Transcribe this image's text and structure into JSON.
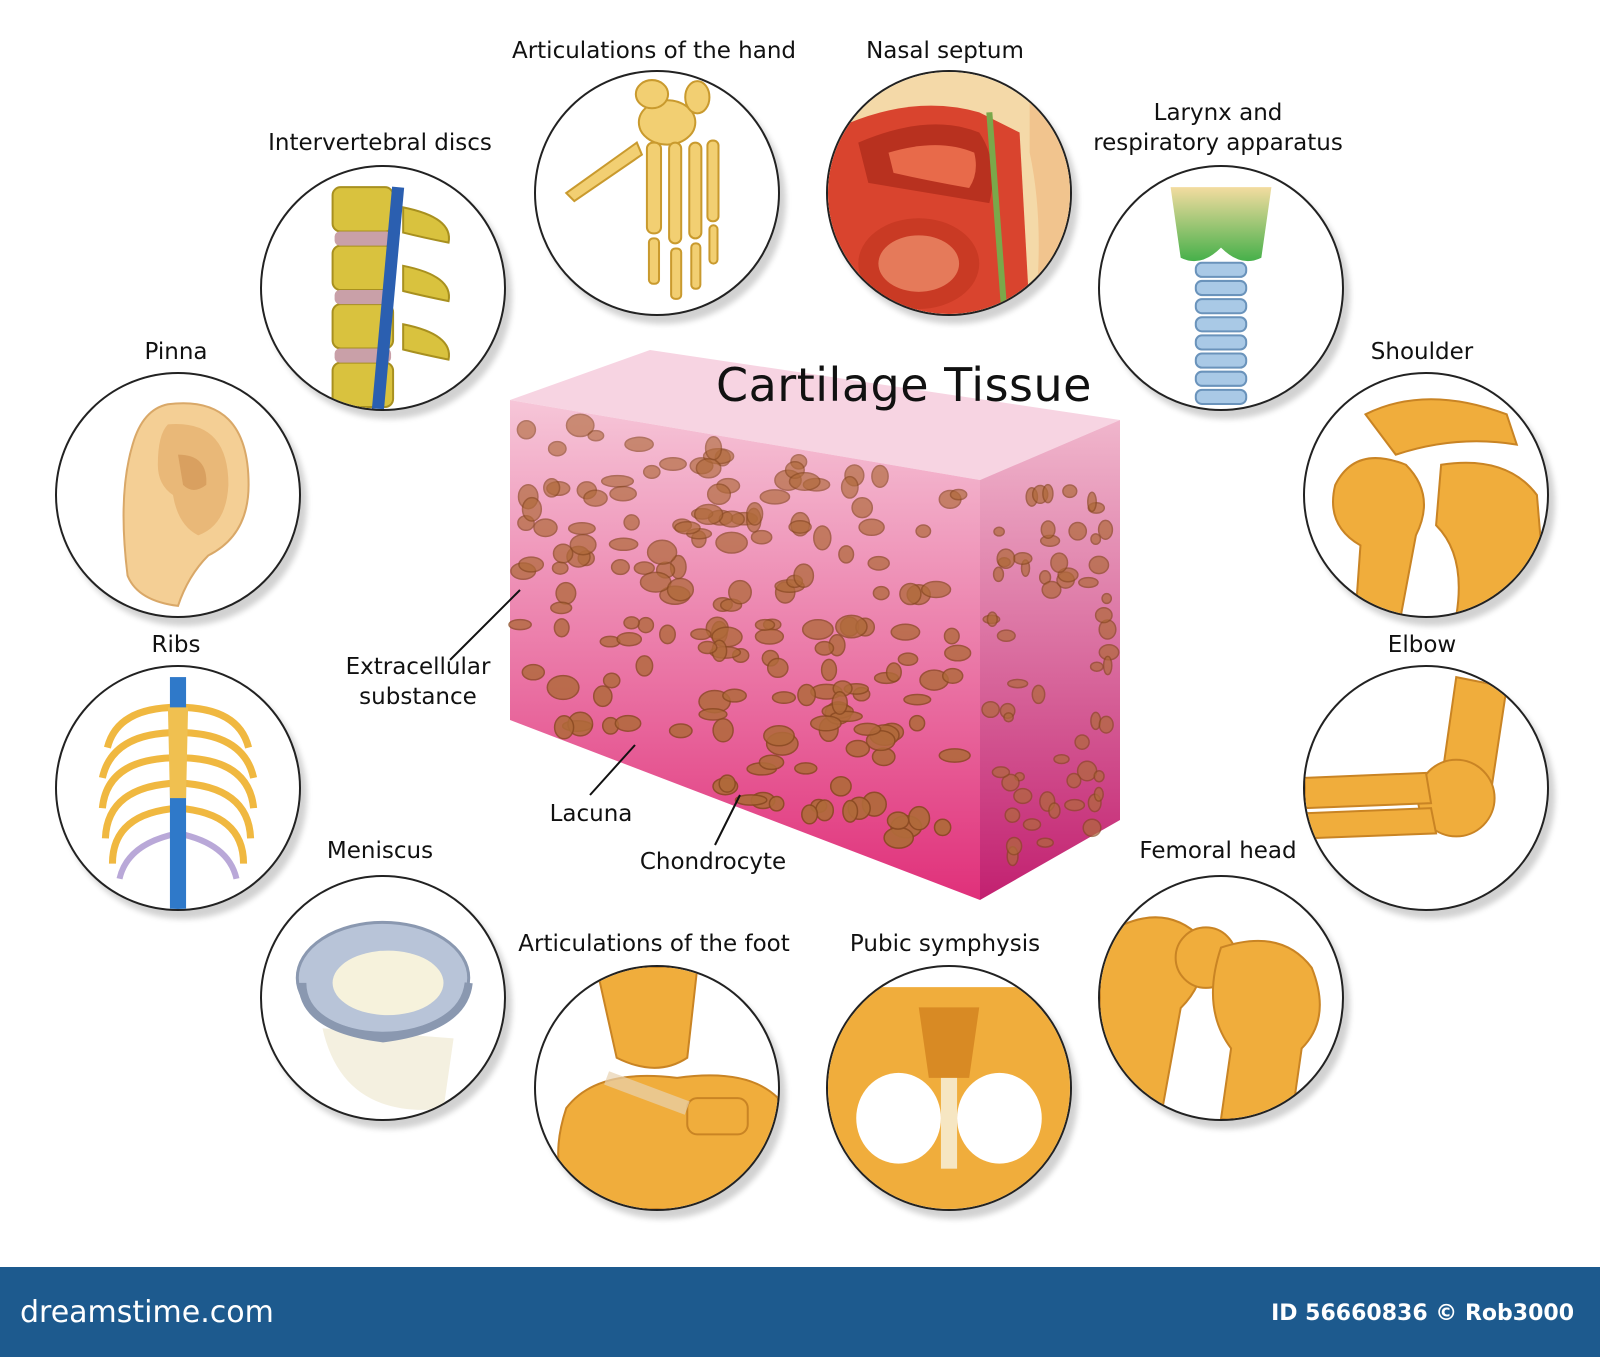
{
  "title": "Cartilage Tissue",
  "items": {
    "hand": "Articulations of the hand",
    "nasal": "Nasal septum",
    "larynx_line1": "Larynx and",
    "larynx_line2": "respiratory apparatus",
    "discs": "Intervertebral discs",
    "pinna": "Pinna",
    "shoulder": "Shoulder",
    "ribs": "Ribs",
    "elbow": "Elbow",
    "meniscus": "Meniscus",
    "femoral": "Femoral head",
    "foot": "Articulations of the foot",
    "pubic": "Pubic symphysis"
  },
  "callouts": {
    "extracellular_line1": "Extracellular",
    "extracellular_line2": "substance",
    "lacuna": "Lacuna",
    "chondrocyte": "Chondrocyte"
  },
  "footer": {
    "brand": "dreamstime.com",
    "id": "ID 56660836 © Rob3000"
  },
  "colors": {
    "bone": "#f0b040",
    "cartilage_pink": "#e0508a",
    "footer_blue": "#1d5a8e"
  }
}
